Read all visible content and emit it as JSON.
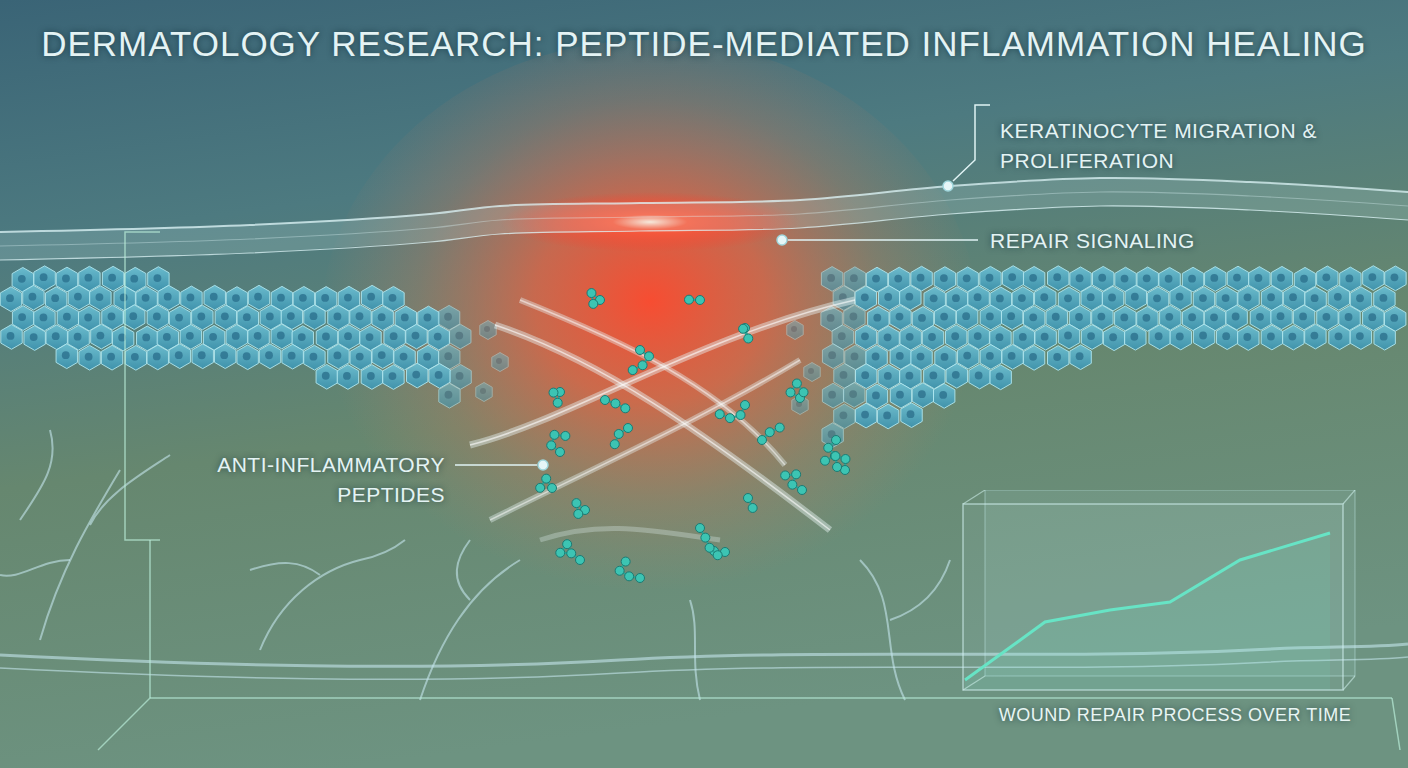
{
  "diagram": {
    "title": "DERMATOLOGY RESEARCH: PEPTIDE-MEDIATED INFLAMMATION HEALING",
    "nodes": [
      {
        "text": [
          "WOUND REPAIR PROCESS OVER TIME"
        ]
      }
    ],
    "labels": [
      "KERATINOCYTE MIGRATION & PROLIFERATION",
      "REPAIR SIGNALING",
      "ANTI-INFLAMMATORY PEPTIDES"
    ]
  }
}
